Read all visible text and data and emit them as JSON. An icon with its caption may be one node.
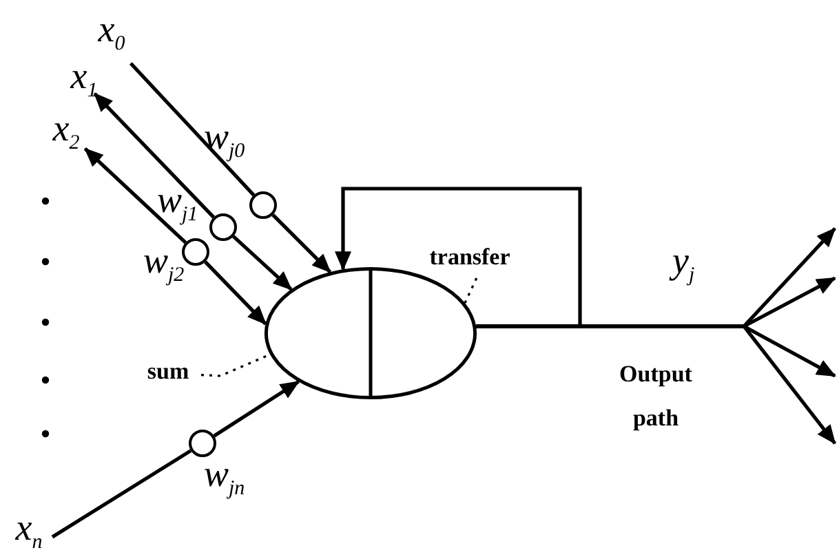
{
  "diagram": {
    "nodes": [
      {
        "text": [
          "x$_{0}$"
        ]
      },
      {
        "text": [
          "x$_{1}$"
        ]
      },
      {
        "text": [
          "x$_{2}$"
        ]
      },
      {
        "text": [],
        "shape": "circle",
        "beside": [
          "w$_{j0}$"
        ]
      },
      {
        "text": [],
        "shape": "circle",
        "beside": [
          "w$_{j1}$"
        ]
      },
      {
        "text": [],
        "shape": "circle",
        "beside": [
          "w$_{j2}$"
        ]
      },
      {
        "text": [
          "sum"
        ]
      },
      {
        "text": [],
        "shape": "ellipse"
      },
      {
        "text": [
          "transfer"
        ]
      },
      {
        "text": [],
        "shape": "circle",
        "beside": [
          "w$_{jn}$"
        ]
      },
      {
        "text": [
          "x$_{n}$"
        ]
      }
    ],
    "edges": [
      {
        "from": 0,
        "to": 3,
        "arrow": "none"
      },
      {
        "from": 3,
        "to": 7,
        "arrow": "to"
      },
      {
        "from": 4,
        "to": 1,
        "arrow": "to"
      },
      {
        "from": 4,
        "to": 7,
        "arrow": "to"
      },
      {
        "from": 5,
        "to": 2,
        "arrow": "to"
      },
      {
        "from": 5,
        "to": 7,
        "arrow": "to"
      },
      {
        "from": 6,
        "to": 7,
        "arrow": "none",
        "style": "dashed"
      },
      {
        "from": 7,
        "to": 7,
        "arrow": "to"
      },
      {
        "from": 8,
        "to": 7,
        "arrow": "none",
        "style": "dashed"
      },
      {
        "from": 10,
        "to": 9,
        "arrow": "none"
      },
      {
        "from": 9,
        "to": 7,
        "arrow": "to"
      },
      {
        "from": 7,
        "to": null,
        "arrow": "to"
      },
      {
        "from": 7,
        "to": null,
        "arrow": "to"
      },
      {
        "from": 7,
        "to": null,
        "arrow": "to"
      },
      {
        "from": 7,
        "to": null,
        "arrow": "to"
      }
    ],
    "labels": [
      "y$_{j}$",
      "Output path"
    ]
  }
}
